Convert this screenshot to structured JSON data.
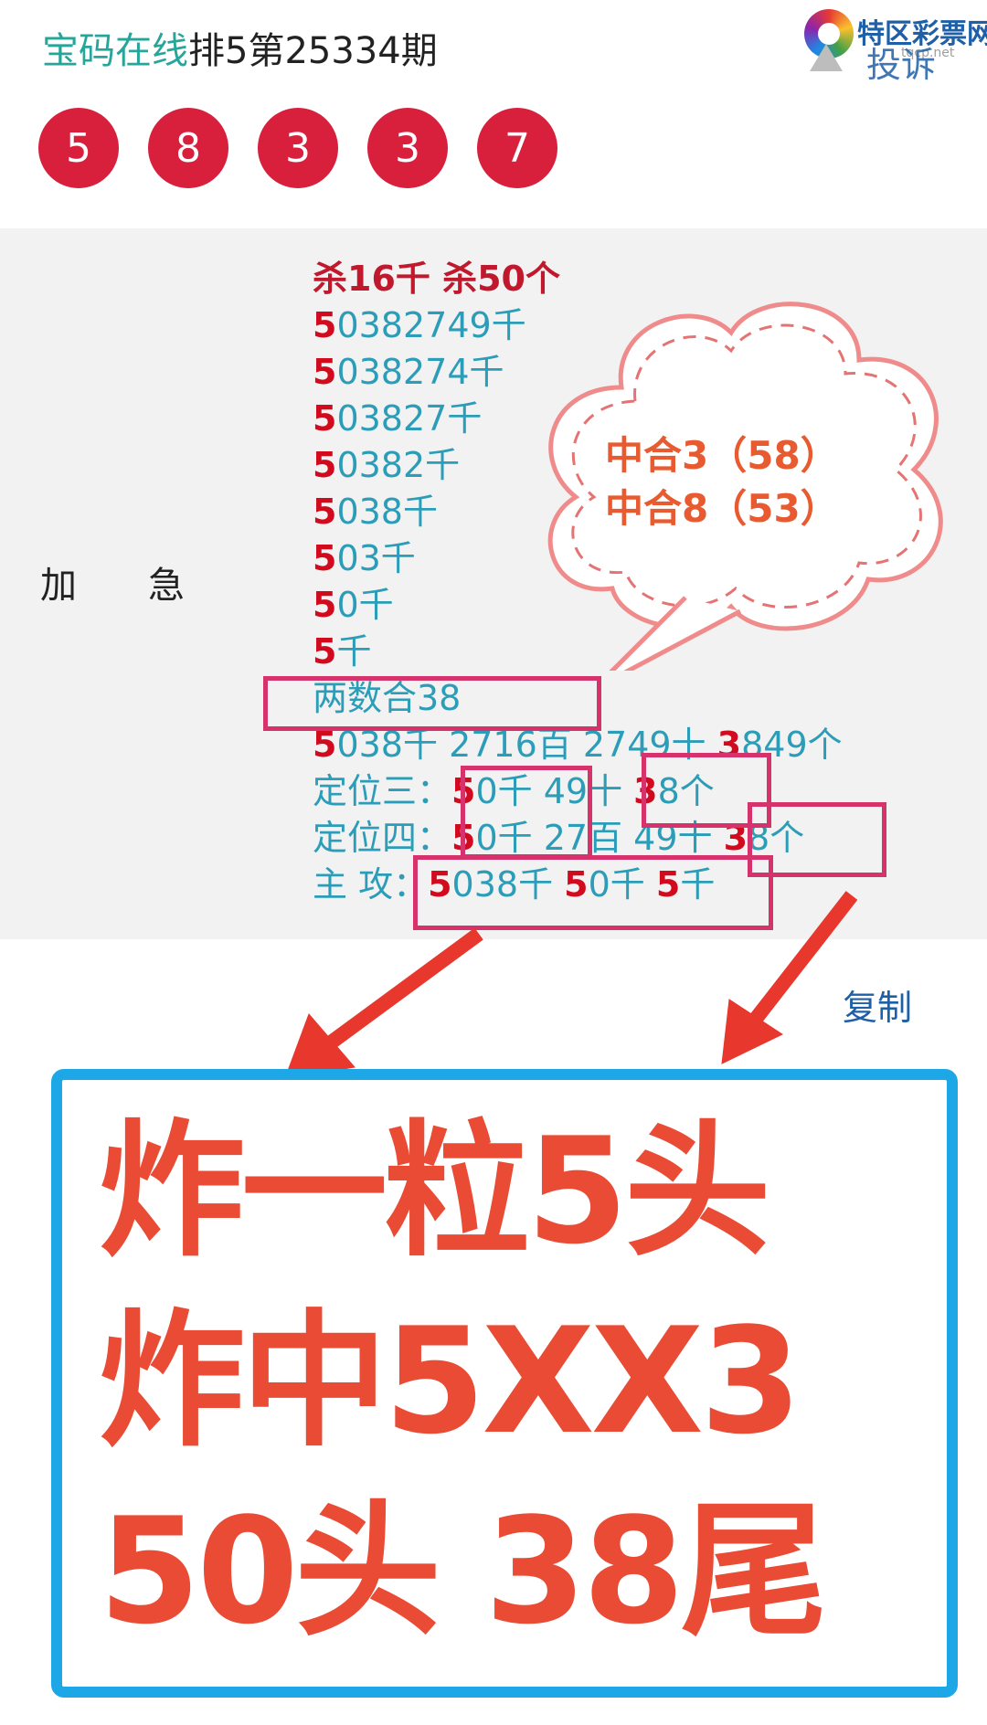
{
  "header": {
    "site": "宝码在线",
    "issue": "排5第25334期"
  },
  "logo": {
    "brand": "特区彩票网",
    "domain": "tqcp.net",
    "complain": "投诉"
  },
  "balls": [
    "5",
    "8",
    "3",
    "3",
    "7"
  ],
  "side_label": [
    "加",
    "急"
  ],
  "kill_line": "杀16千 杀50个",
  "lines": [
    {
      "lead": "5",
      "rest": "0382749千"
    },
    {
      "lead": "5",
      "rest": "038274千"
    },
    {
      "lead": "5",
      "rest": "03827千"
    },
    {
      "lead": "5",
      "rest": "0382千"
    },
    {
      "lead": "5",
      "rest": "038千"
    },
    {
      "lead": "5",
      "rest": "03千"
    },
    {
      "lead": "5",
      "rest": "0千"
    },
    {
      "lead": "5",
      "rest": "千"
    }
  ],
  "pair": "两数合38",
  "positions": {
    "line": {
      "lead": "5",
      "a": "038千 2716百 2749十 ",
      "b": "3",
      "c": "849个"
    },
    "three": {
      "label": "定位三：",
      "p1": "5",
      "p2": "0千 49十 ",
      "p3": "3",
      "p4": "8个"
    },
    "four": {
      "label": "定位四：",
      "p1": "5",
      "p2": "0千 27百 49十 ",
      "p3": "3",
      "p4": "8个"
    },
    "main": {
      "label": "主 攻：",
      "p1": "5",
      "p2": "038千 ",
      "p3": "5",
      "p4": "0千 ",
      "p5": "5",
      "p6": "千"
    }
  },
  "cloud": [
    "中合3（58）",
    "中合8（53）"
  ],
  "copy_label": "复制",
  "big": [
    "炸一粒5头",
    "炸中5XX3",
    "50头  38尾"
  ]
}
